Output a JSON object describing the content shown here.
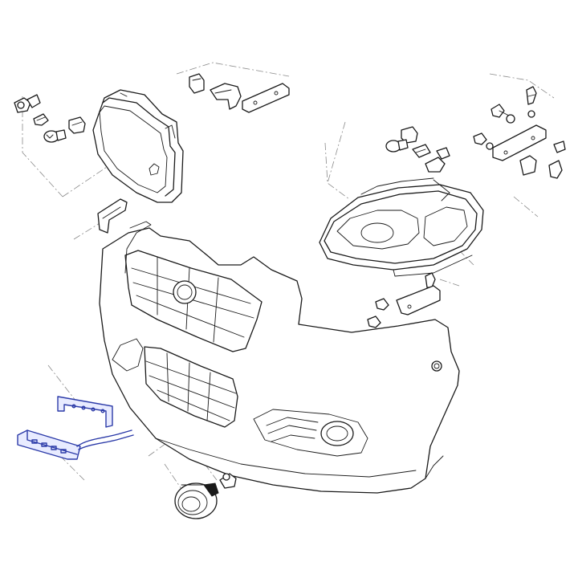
{
  "diagram": {
    "parts": [
      {
        "id": "front-bumper",
        "icon": "bumper"
      },
      {
        "id": "headlamp-left",
        "icon": "headlamp"
      },
      {
        "id": "headlamp-right",
        "icon": "headlamp"
      },
      {
        "id": "bulbs-left",
        "icon": "bulb"
      },
      {
        "id": "bulbs-right",
        "icon": "bulb"
      },
      {
        "id": "mounting-brackets",
        "icon": "bracket"
      },
      {
        "id": "adjuster-screws",
        "icon": "screw"
      },
      {
        "id": "fog-lamp",
        "icon": "fog-lamp"
      },
      {
        "id": "drl-bracket",
        "icon": "bracket"
      },
      {
        "id": "drl-light-bar",
        "icon": "led-strip"
      }
    ],
    "colors": {
      "line": "#1a1a1a",
      "leader": "#8a8a8a",
      "highlight": "#2b3aa8",
      "background": "#ffffff"
    }
  }
}
